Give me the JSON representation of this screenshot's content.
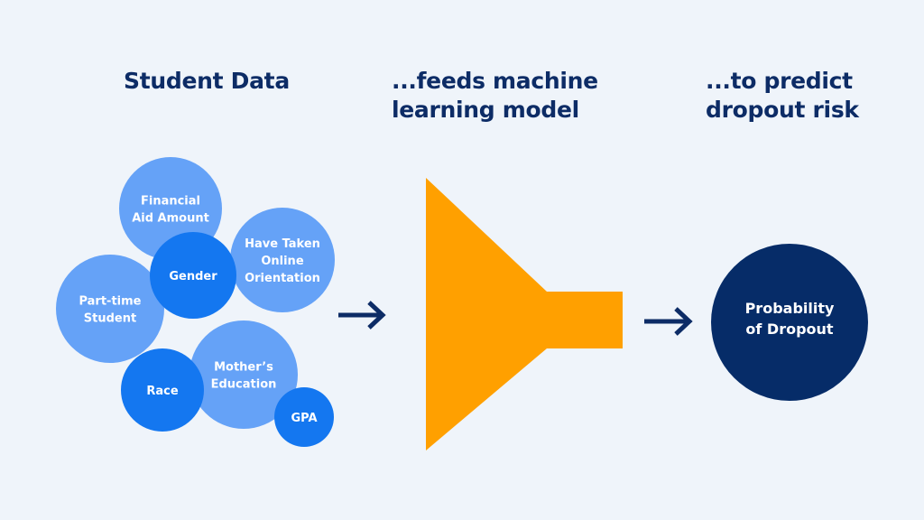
{
  "headings": {
    "input": [
      "Student Data"
    ],
    "model": [
      "...feeds machine",
      "learning model"
    ],
    "output": [
      "...to predict",
      "dropout risk"
    ]
  },
  "colors": {
    "background": "#eff4fa",
    "heading": "#0d2c66",
    "bubble_light": "#65a2f7",
    "bubble_dark": "#1477f0",
    "funnel": "#ffa000",
    "output_circle": "#062c68",
    "arrow": "#0d2c66"
  },
  "features": [
    {
      "id": "financial-aid-amount",
      "lines": [
        "Financial",
        "Aid Amount"
      ],
      "tone": "light"
    },
    {
      "id": "have-taken-online-orientation",
      "lines": [
        "Have Taken",
        "Online",
        "Orientation"
      ],
      "tone": "light"
    },
    {
      "id": "part-time-student",
      "lines": [
        "Part-time",
        "Student"
      ],
      "tone": "light"
    },
    {
      "id": "mothers-education",
      "lines": [
        "Mother’s",
        "Education"
      ],
      "tone": "light"
    },
    {
      "id": "gender",
      "lines": [
        "Gender"
      ],
      "tone": "dark"
    },
    {
      "id": "race",
      "lines": [
        "Race"
      ],
      "tone": "dark"
    },
    {
      "id": "gpa",
      "lines": [
        "GPA"
      ],
      "tone": "dark"
    }
  ],
  "model": {
    "shape": "funnel-icon"
  },
  "output": {
    "lines": [
      "Probability",
      "of Dropout"
    ]
  },
  "arrows": [
    "arrow-right-icon",
    "arrow-right-icon"
  ]
}
